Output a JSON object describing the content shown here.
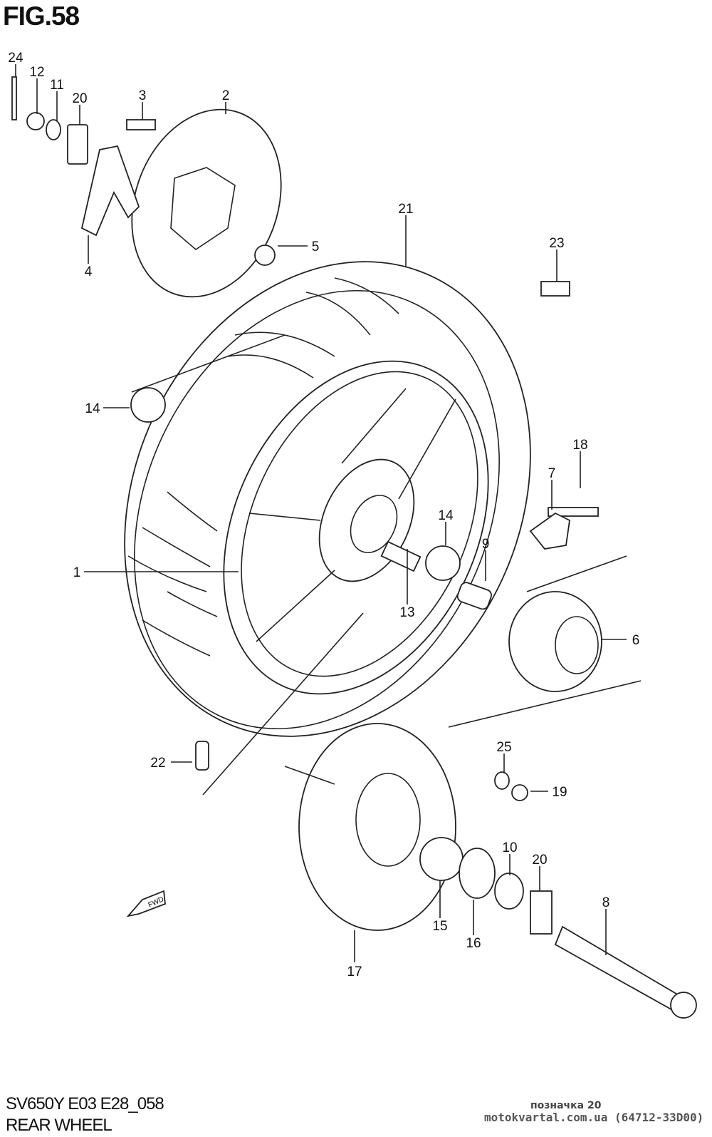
{
  "figure": {
    "title": "FIG.58"
  },
  "footer": {
    "model_code": "SV650Y E03 E28_058",
    "section_title": "REAR WHEEL",
    "marker_text": "позначка 20",
    "site_text": "motokvartal.com.ua (64712-33D00)"
  },
  "direction_marker": {
    "label": "FWD"
  },
  "callouts": [
    "24",
    "12",
    "11",
    "20",
    "3",
    "2",
    "21",
    "23",
    "5",
    "4",
    "14",
    "18",
    "7",
    "14",
    "9",
    "1",
    "13",
    "6",
    "25",
    "22",
    "19",
    "10",
    "20",
    "8",
    "15",
    "16",
    "17"
  ]
}
